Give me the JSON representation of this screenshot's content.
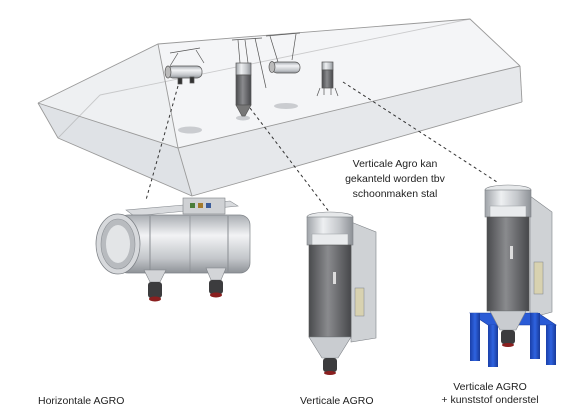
{
  "annotation": {
    "line1": "Verticale Agro kan",
    "line2": "gekanteld worden tbv",
    "line3": "schoonmaken stal"
  },
  "captions": {
    "horizontal": "Horizontale AGRO",
    "vertical": "Verticale AGRO",
    "vertical_stand_line1": "Verticale AGRO",
    "vertical_stand_line2": "+ kunststof onderstel"
  },
  "colors": {
    "barn_line": "#9a9a9a",
    "steel": "#c9ccd0",
    "filter_mesh": "#6e6e70",
    "stand_blue": "#1f4fc9"
  },
  "icons": [
    "barn-outline-icon",
    "horizontal-agro-unit-icon",
    "vertical-agro-unit-icon",
    "vertical-agro-stand-unit-icon"
  ]
}
